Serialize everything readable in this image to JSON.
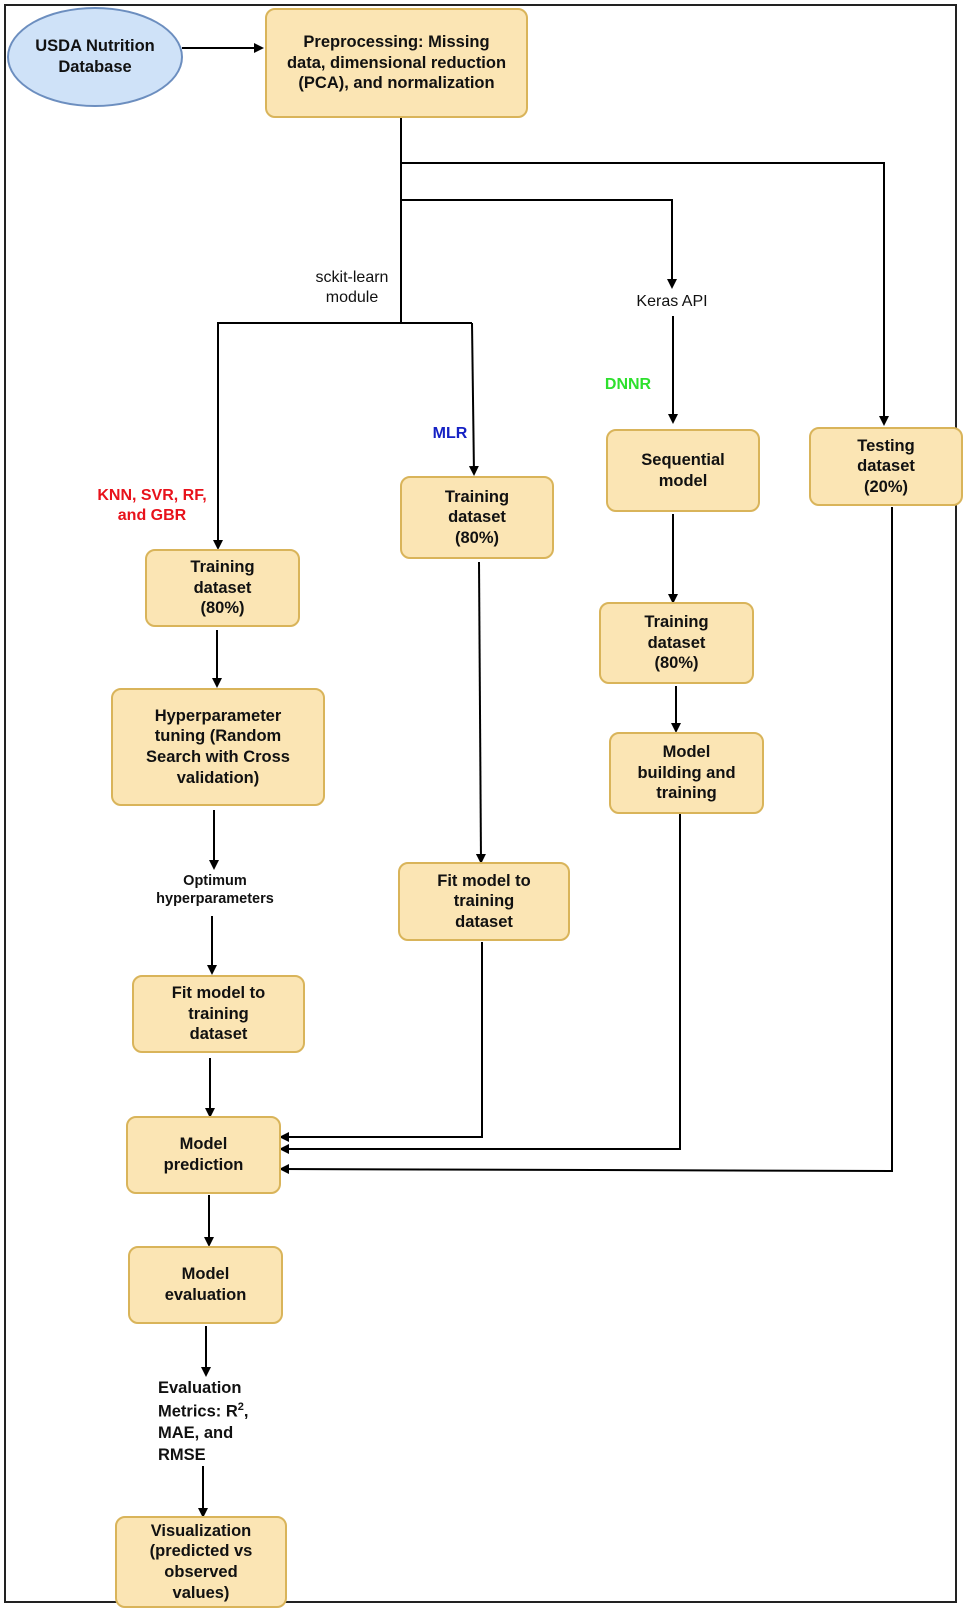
{
  "source": {
    "label_lines": [
      "USDA",
      "Nutrition",
      "Database"
    ]
  },
  "preprocessing": {
    "label_lines": [
      "Preprocessing: Missing",
      "data, dimensional reduction",
      "(PCA), and normalization"
    ]
  },
  "labels": {
    "sklearn": [
      "sckit-learn",
      "module"
    ],
    "keras": "Keras API",
    "models_group": [
      "KNN, SVR, RF,",
      "and GBR"
    ],
    "mlr": "MLR",
    "dnnr": "DNNR",
    "optimum": [
      "Optimum",
      "hyperparameters"
    ],
    "metrics": {
      "line1": "Evaluation",
      "line2_prefix": "Metrics: R",
      "line2_sup": "2",
      "line2_suffix": ",",
      "line3": "MAE, and",
      "line4": "RMSE"
    }
  },
  "boxes": {
    "train_ml": [
      "Training",
      "dataset",
      "(80%)"
    ],
    "hyper": [
      "Hyperparameter",
      "tuning (Random",
      "Search with Cross",
      "validation)"
    ],
    "fit_ml": [
      "Fit model to",
      "training",
      "dataset"
    ],
    "train_mlr": [
      "Training",
      "dataset",
      "(80%)"
    ],
    "fit_mlr": [
      "Fit model to",
      "training",
      "dataset"
    ],
    "sequential": [
      "Sequential",
      "model"
    ],
    "train_dnn": [
      "Training",
      "dataset",
      "(80%)"
    ],
    "build_dnn": [
      "Model",
      "building and",
      "training"
    ],
    "testing": [
      "Testing",
      "dataset",
      "(20%)"
    ],
    "prediction": [
      "Model",
      "prediction"
    ],
    "evaluation": [
      "Model",
      "evaluation"
    ],
    "visualization": [
      "Visualization",
      "(predicted vs",
      "observed",
      "values)"
    ]
  },
  "colors": {
    "box_fill": "#fbe5b4",
    "box_border": "#d9b45a",
    "source_fill": "#cfe2f8",
    "source_border": "#6c8ebf",
    "red_label": "#e8121b",
    "blue_label": "#1521c4",
    "green_label": "#2de02d"
  }
}
